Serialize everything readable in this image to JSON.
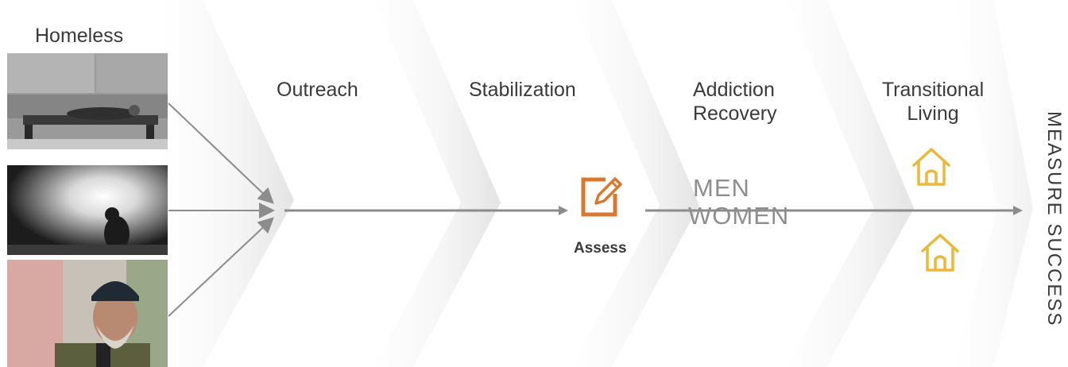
{
  "diagram": {
    "input_label": "Homeless",
    "stages": [
      {
        "label": "Outreach"
      },
      {
        "label": "Stabilization"
      },
      {
        "label": "Addiction Recovery"
      },
      {
        "label": "Transitional Living"
      }
    ],
    "assess_label": "Assess",
    "gender_tracks": [
      "MEN",
      "WOMEN"
    ],
    "outcome_label": "MEASURE SUCCESS",
    "colors": {
      "text": "#3a3a3a",
      "arrow": "#8c8c8c",
      "assess_accent": "#d9792f",
      "house_accent": "#e8b93b",
      "gender_text": "#8e8e8e"
    },
    "icons": {
      "assess": "edit-document-icon",
      "housing": "house-icon"
    },
    "photos": [
      {
        "name": "person-sleeping-on-bench-photo"
      },
      {
        "name": "person-in-tunnel-photo"
      },
      {
        "name": "bearded-man-photo"
      }
    ]
  }
}
